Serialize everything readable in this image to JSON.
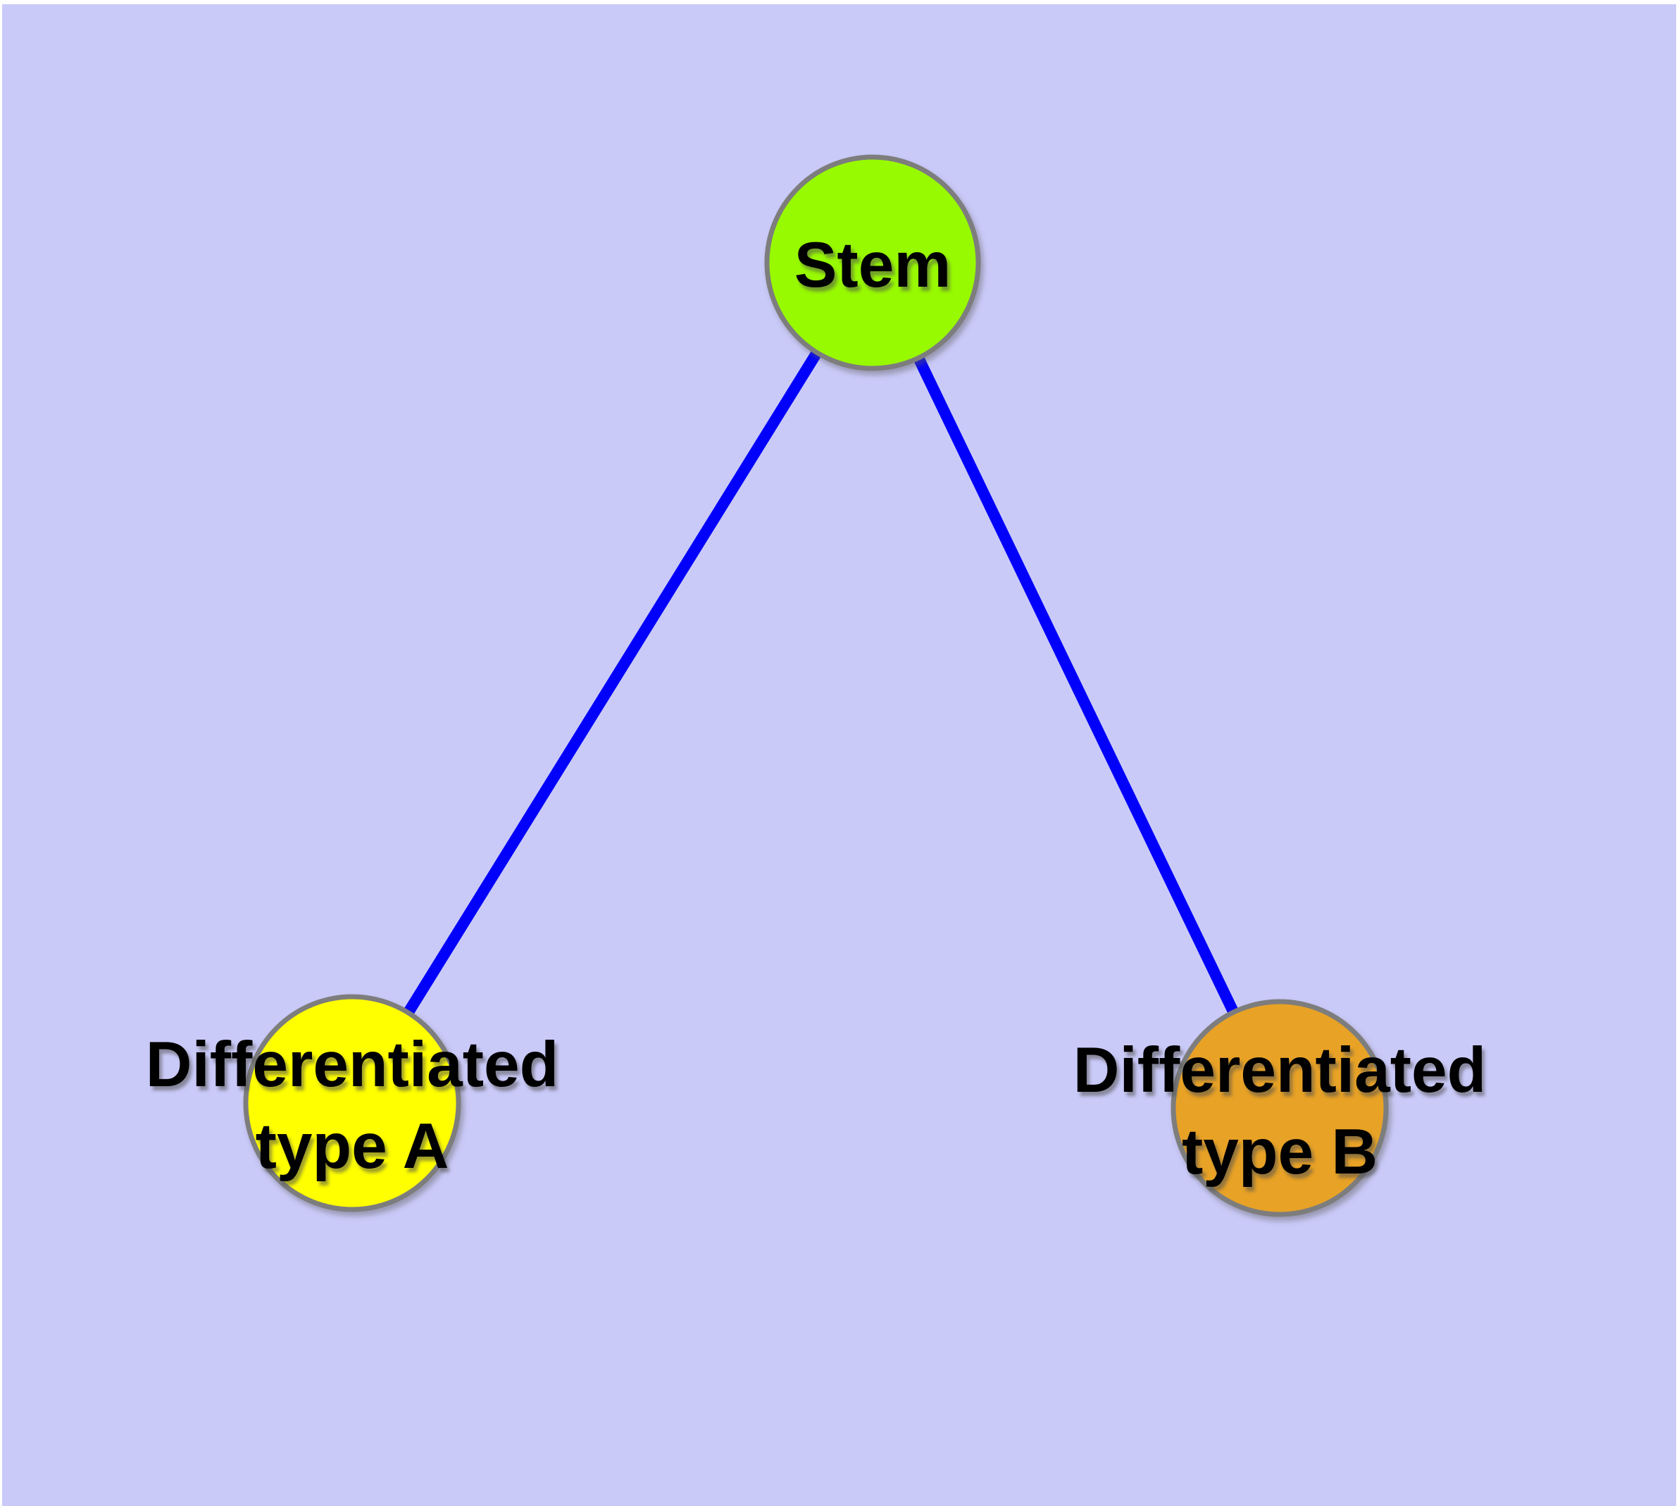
{
  "figure": {
    "background_color": "#CACAF9",
    "margin_color": "#FFFFFF",
    "edge_color": "#0000FB",
    "node_border_color": "#7D7D7D",
    "label_color": "#000000"
  },
  "nodes": {
    "stem": {
      "label": "Stem",
      "fill": "#98FA00"
    },
    "type_a": {
      "label_line1": "Differentiated",
      "label_line2": "type A",
      "fill": "#FFFF00"
    },
    "type_b": {
      "label_line1": "Differentiated",
      "label_line2": "type B",
      "fill": "#E8A226"
    }
  },
  "edges": [
    {
      "from": "Stem",
      "to": "Differentiated type A"
    },
    {
      "from": "Stem",
      "to": "Differentiated type B"
    }
  ]
}
